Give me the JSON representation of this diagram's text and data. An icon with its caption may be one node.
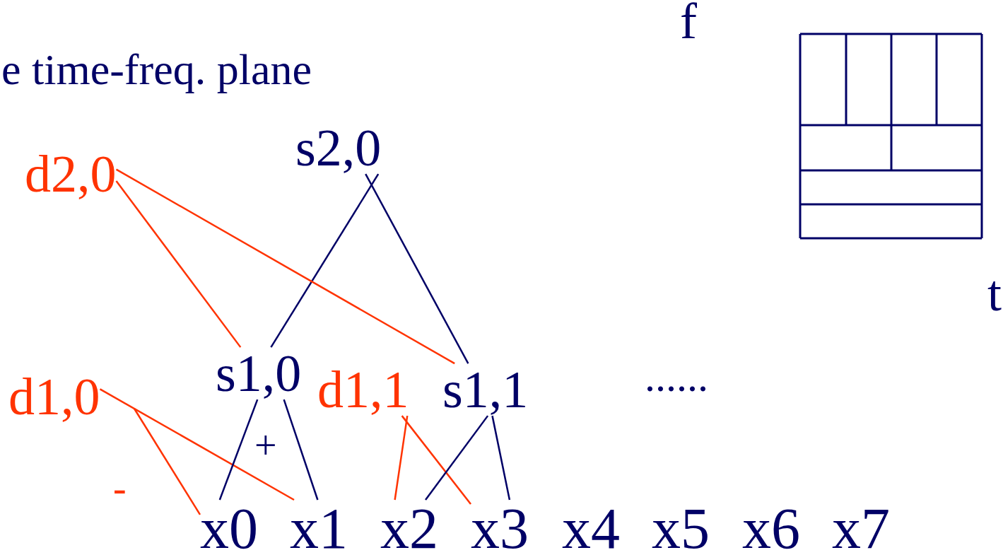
{
  "diagram": {
    "nodes": [
      {
        "text": [
          "d2,0"
        ]
      },
      {
        "text": [
          "s2,0"
        ]
      },
      {
        "text": [
          "d1,0"
        ]
      },
      {
        "text": [
          "s1,0"
        ]
      },
      {
        "text": [
          "d1,1"
        ]
      },
      {
        "text": [
          "s1,1"
        ]
      },
      {
        "text": [
          "x0"
        ]
      },
      {
        "text": [
          "x1"
        ]
      },
      {
        "text": [
          "x2"
        ]
      },
      {
        "text": [
          "x3"
        ]
      },
      {
        "text": [
          "x4"
        ]
      },
      {
        "text": [
          "x5"
        ]
      },
      {
        "text": [
          "x6"
        ]
      },
      {
        "text": [
          "x7"
        ]
      }
    ],
    "edges": [
      {
        "from": 1,
        "to": 3,
        "arrow": "none"
      },
      {
        "from": 1,
        "to": 5,
        "arrow": "none"
      },
      {
        "from": 0,
        "to": 3,
        "arrow": "none",
        "color": "#ff3300"
      },
      {
        "from": 0,
        "to": 5,
        "arrow": "none",
        "color": "#ff3300"
      },
      {
        "from": 2,
        "to": 6,
        "arrow": "none",
        "color": "#ff3300"
      },
      {
        "from": 2,
        "to": 7,
        "arrow": "none",
        "color": "#ff3300"
      },
      {
        "from": 3,
        "to": 6,
        "arrow": "none"
      },
      {
        "from": 3,
        "to": 7,
        "arrow": "none"
      },
      {
        "from": 4,
        "to": 8,
        "arrow": "none",
        "color": "#ff3300"
      },
      {
        "from": 4,
        "to": 9,
        "arrow": "none",
        "color": "#ff3300"
      },
      {
        "from": 5,
        "to": 8,
        "arrow": "none"
      },
      {
        "from": 5,
        "to": 9,
        "arrow": "none"
      }
    ],
    "labels": [
      "f",
      "e time-freq. plane",
      "t",
      "......",
      "+",
      "-"
    ]
  }
}
